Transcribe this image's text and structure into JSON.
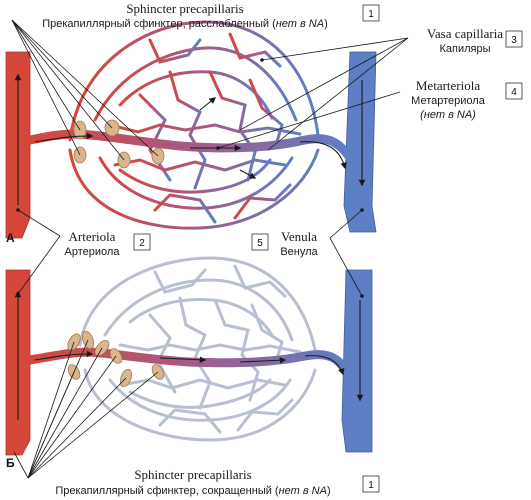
{
  "panels": {
    "a": "А",
    "b": "Б"
  },
  "labels": {
    "sphincter_top_lat": "Sphincter precapillaris",
    "sphincter_top_rus": "Прекапиллярный сфинктер, расслабленный (",
    "sphincter_top_rus_it": "нет в NA",
    "sphincter_top_rus_end": ")",
    "sphincter_top_num": "1",
    "vasa_lat": "Vasa capillaria",
    "vasa_rus": "Капиляры",
    "vasa_num": "3",
    "meta_lat": "Metarteriola",
    "meta_rus": "Метартериола",
    "meta_rus2": "(нет в NA)",
    "meta_num": "4",
    "arteriola_lat": "Arteriola",
    "arteriola_rus": "Артериола",
    "arteriola_num": "2",
    "venula_lat": "Venula",
    "venula_rus": "Венула",
    "venula_num": "5",
    "sphincter_bot_lat": "Sphincter precapillaris",
    "sphincter_bot_rus": "Прекапиллярный сфинктер, сокращенный (",
    "sphincter_bot_rus_it": "нет в NA",
    "sphincter_bot_rus_end": ")",
    "sphincter_bot_num": "1"
  },
  "colors": {
    "arterial": "#d94a3a",
    "venous": "#5a7fc4",
    "capillary_closed": "#b8bfd0",
    "sphincter": "#d9b48c"
  }
}
